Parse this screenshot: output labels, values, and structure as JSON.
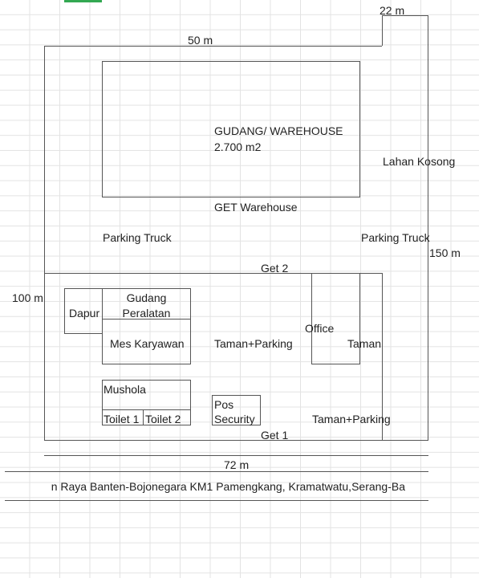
{
  "labels": {
    "warehouse_title": "GUDANG/ WAREHOUSE",
    "warehouse_area": "2.700 m2",
    "get_warehouse": "GET Warehouse",
    "parking_truck_left": "Parking Truck",
    "parking_truck_right": "Parking Truck",
    "lahan_kosong": "Lahan Kosong",
    "get_2": "Get 2",
    "get_1": "Get 1",
    "dapur": "Dapur",
    "gudang_line1": "Gudang",
    "gudang_line2": "Peralatan",
    "mes_karyawan": "Mes Karyawan",
    "taman_parking_center": "Taman+Parking",
    "office": "Office",
    "taman": "Taman",
    "mushola": "Mushola",
    "toilet_1": "Toilet 1",
    "toilet_2": "Toilet 2",
    "pos_line1": "Pos",
    "pos_line2": "Security",
    "taman_parking_right": "Taman+Parking"
  },
  "dimensions": {
    "top_left_width": "50 m",
    "top_right_width": "22 m",
    "right_height": "150 m",
    "left_height": "100 m",
    "total_width": "72 m"
  },
  "address": "n Raya Banten-Bojonegara KM1 Pamengkang, Kramatwatu,Serang-Ba"
}
